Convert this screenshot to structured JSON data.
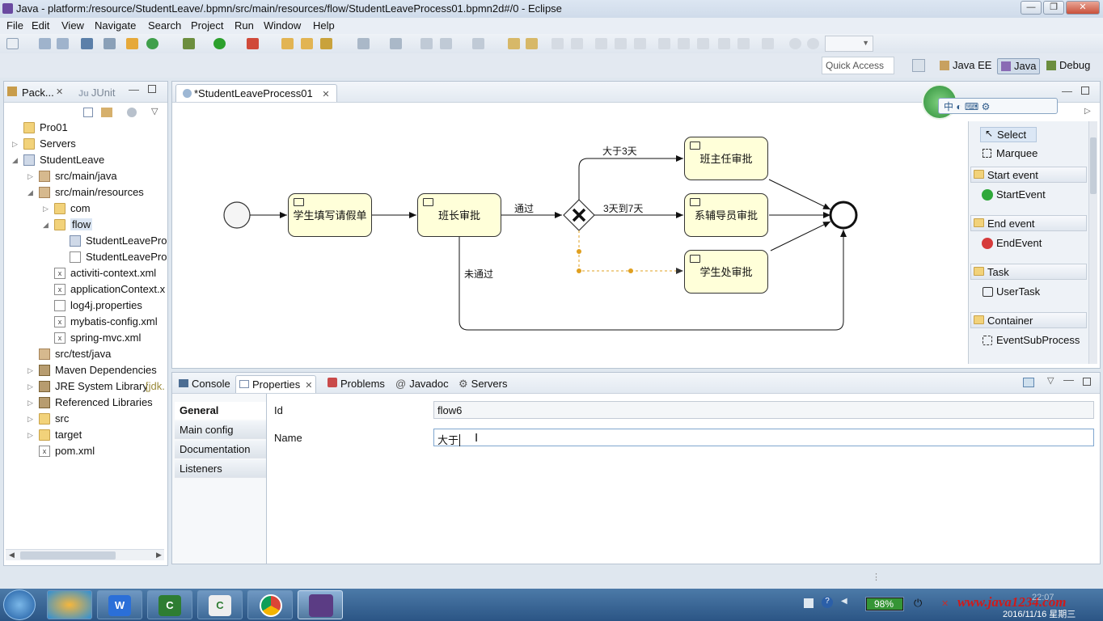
{
  "window": {
    "title": "Java - platform:/resource/StudentLeave/.bpmn/src/main/resources/flow/StudentLeaveProcess01.bpmn2d#/0 - Eclipse"
  },
  "menu": [
    "File",
    "Edit",
    "View",
    "Navigate",
    "Search",
    "Project",
    "Run",
    "Window",
    "Help"
  ],
  "quick_access": "Quick Access",
  "perspectives": {
    "javaee": "Java EE",
    "java": "Java",
    "debug": "Debug"
  },
  "left": {
    "tabs": {
      "package": "Pack...",
      "junit": "JUnit"
    },
    "tree": [
      {
        "label": "Pro01",
        "icon": "folder",
        "level": 0
      },
      {
        "label": "Servers",
        "icon": "folder",
        "level": 0,
        "arrow": "right"
      },
      {
        "label": "StudentLeave",
        "icon": "project",
        "level": 0,
        "arrow": "down"
      },
      {
        "label": "src/main/java",
        "icon": "package",
        "level": 1,
        "arrow": "right"
      },
      {
        "label": "src/main/resources",
        "icon": "package",
        "level": 1,
        "arrow": "down"
      },
      {
        "label": "com",
        "icon": "folder",
        "level": 2,
        "arrow": "right"
      },
      {
        "label": "flow",
        "icon": "folder",
        "level": 2,
        "arrow": "down"
      },
      {
        "label": "StudentLeavePro",
        "icon": "bpmn",
        "level": 3
      },
      {
        "label": "StudentLeavePro",
        "icon": "image",
        "level": 3
      },
      {
        "label": "activiti-context.xml",
        "icon": "xml",
        "level": 2
      },
      {
        "label": "applicationContext.x",
        "icon": "xml",
        "level": 2
      },
      {
        "label": "log4j.properties",
        "icon": "file",
        "level": 2
      },
      {
        "label": "mybatis-config.xml",
        "icon": "xml",
        "level": 2
      },
      {
        "label": "spring-mvc.xml",
        "icon": "xml",
        "level": 2
      },
      {
        "label": "src/test/java",
        "icon": "package",
        "level": 1
      },
      {
        "label": "Maven Dependencies",
        "icon": "jar",
        "level": 1,
        "arrow": "right"
      },
      {
        "label": "JRE System Library",
        "suffix": "[jdk.",
        "icon": "jar",
        "level": 1,
        "arrow": "right"
      },
      {
        "label": "Referenced Libraries",
        "icon": "jar",
        "level": 1,
        "arrow": "right"
      },
      {
        "label": "src",
        "icon": "folder",
        "level": 1,
        "arrow": "right"
      },
      {
        "label": "target",
        "icon": "folder",
        "level": 1,
        "arrow": "right"
      },
      {
        "label": "pom.xml",
        "icon": "xml",
        "level": 1
      }
    ]
  },
  "editor": {
    "tab": "*StudentLeaveProcess01",
    "tasks": {
      "t1": "学生填写请假单",
      "t2": "班长审批",
      "t3": "班主任审批",
      "t4": "系辅导员审批",
      "t5": "学生处审批"
    },
    "flows": {
      "pass": "通过",
      "gt3": "大于3天",
      "d3to7": "3天到7天",
      "fail": "未通过"
    }
  },
  "palette": {
    "items": {
      "select": "Select",
      "marquee": "Marquee"
    },
    "groups": [
      {
        "title": "Start event",
        "item": "StartEvent"
      },
      {
        "title": "End event",
        "item": "EndEvent"
      },
      {
        "title": "Task",
        "item": "UserTask"
      },
      {
        "title": "Container",
        "item": "EventSubProcess"
      }
    ]
  },
  "bottom": {
    "tabs": {
      "console": "Console",
      "properties": "Properties",
      "problems": "Problems",
      "javadoc": "Javadoc",
      "servers": "Servers"
    },
    "sections": [
      "General",
      "Main config",
      "Documentation",
      "Listeners"
    ],
    "id_label": "Id",
    "id_value": "flow6",
    "name_label": "Name",
    "name_value": "大于"
  },
  "taskbar": {
    "battery": "98%",
    "watermark": "www.java1234.com",
    "time": "22:07",
    "date": "2016/11/16 星期三"
  },
  "colors": {
    "task_fill": "#ffffd9",
    "accent": "#3b6ea5"
  }
}
